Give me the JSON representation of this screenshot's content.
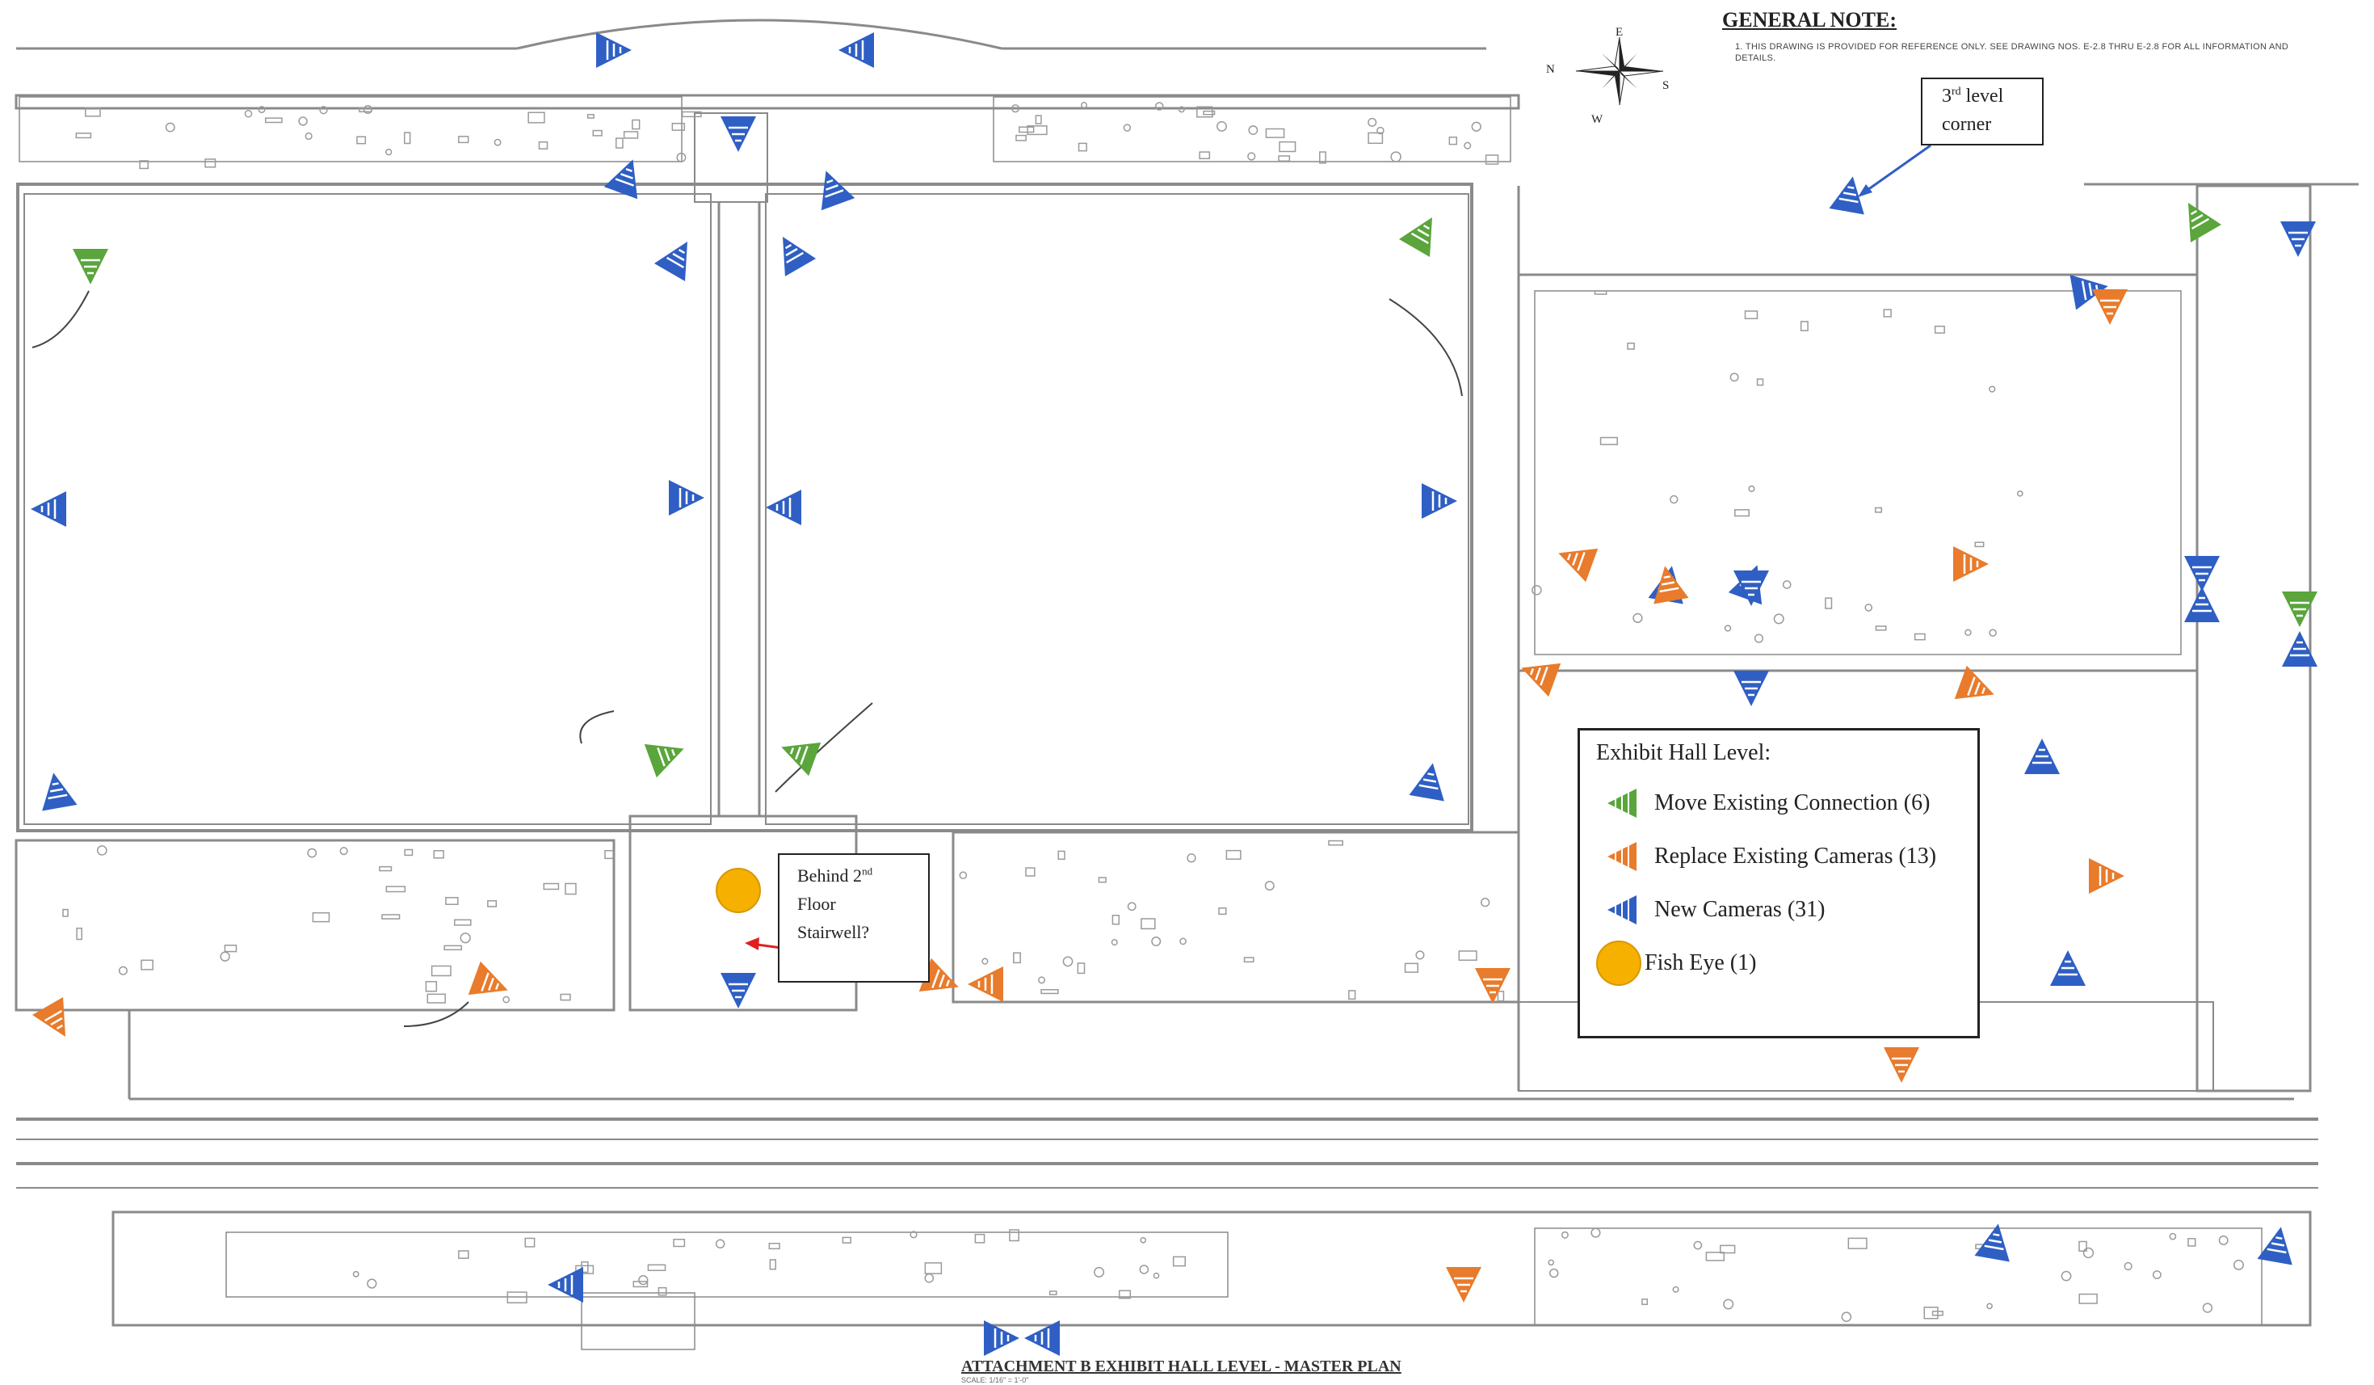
{
  "general_note": {
    "title": "GENERAL NOTE:",
    "text": "1.   THIS DRAWING IS PROVIDED FOR REFERENCE ONLY.  SEE DRAWING NOS. E-2.8 THRU E-2.8 FOR ALL INFORMATION AND DETAILS."
  },
  "compass": {
    "n": "N",
    "e": "E",
    "s": "S",
    "w": "W"
  },
  "callouts": {
    "third_level": {
      "line1": "3",
      "sup": "rd",
      "line1_rest": " level",
      "line2": "corner"
    },
    "stairwell": {
      "line1": "Behind 2",
      "sup": "nd",
      "line2": "Floor",
      "line3": "Stairwell?"
    }
  },
  "legend": {
    "title": "Exhibit Hall Level:",
    "items": [
      {
        "label": "Move Existing Connection (6)",
        "color": "#5aa53c",
        "icon": "green-camera-triangle"
      },
      {
        "label": "Replace Existing Cameras (13)",
        "color": "#e87b2c",
        "icon": "orange-camera-triangle"
      },
      {
        "label": "New Cameras (31)",
        "color": "#2f5fc4",
        "icon": "blue-camera-triangle"
      },
      {
        "label": "Fish Eye (1)",
        "color": "#f5b000",
        "icon": "yellow-circle"
      }
    ]
  },
  "plan_title": "ATTACHMENT B EXHIBIT HALL LEVEL - MASTER PLAN",
  "plan_scale": "SCALE: 1/16\" = 1'-0\"",
  "colors": {
    "move": "#5aa53c",
    "replace": "#e87b2c",
    "new": "#2f5fc4",
    "fisheye": "#f5b000",
    "callout_arrow_blue": "#2f5fc4",
    "callout_arrow_red": "#e02020",
    "linework": "#8a8a8a"
  }
}
